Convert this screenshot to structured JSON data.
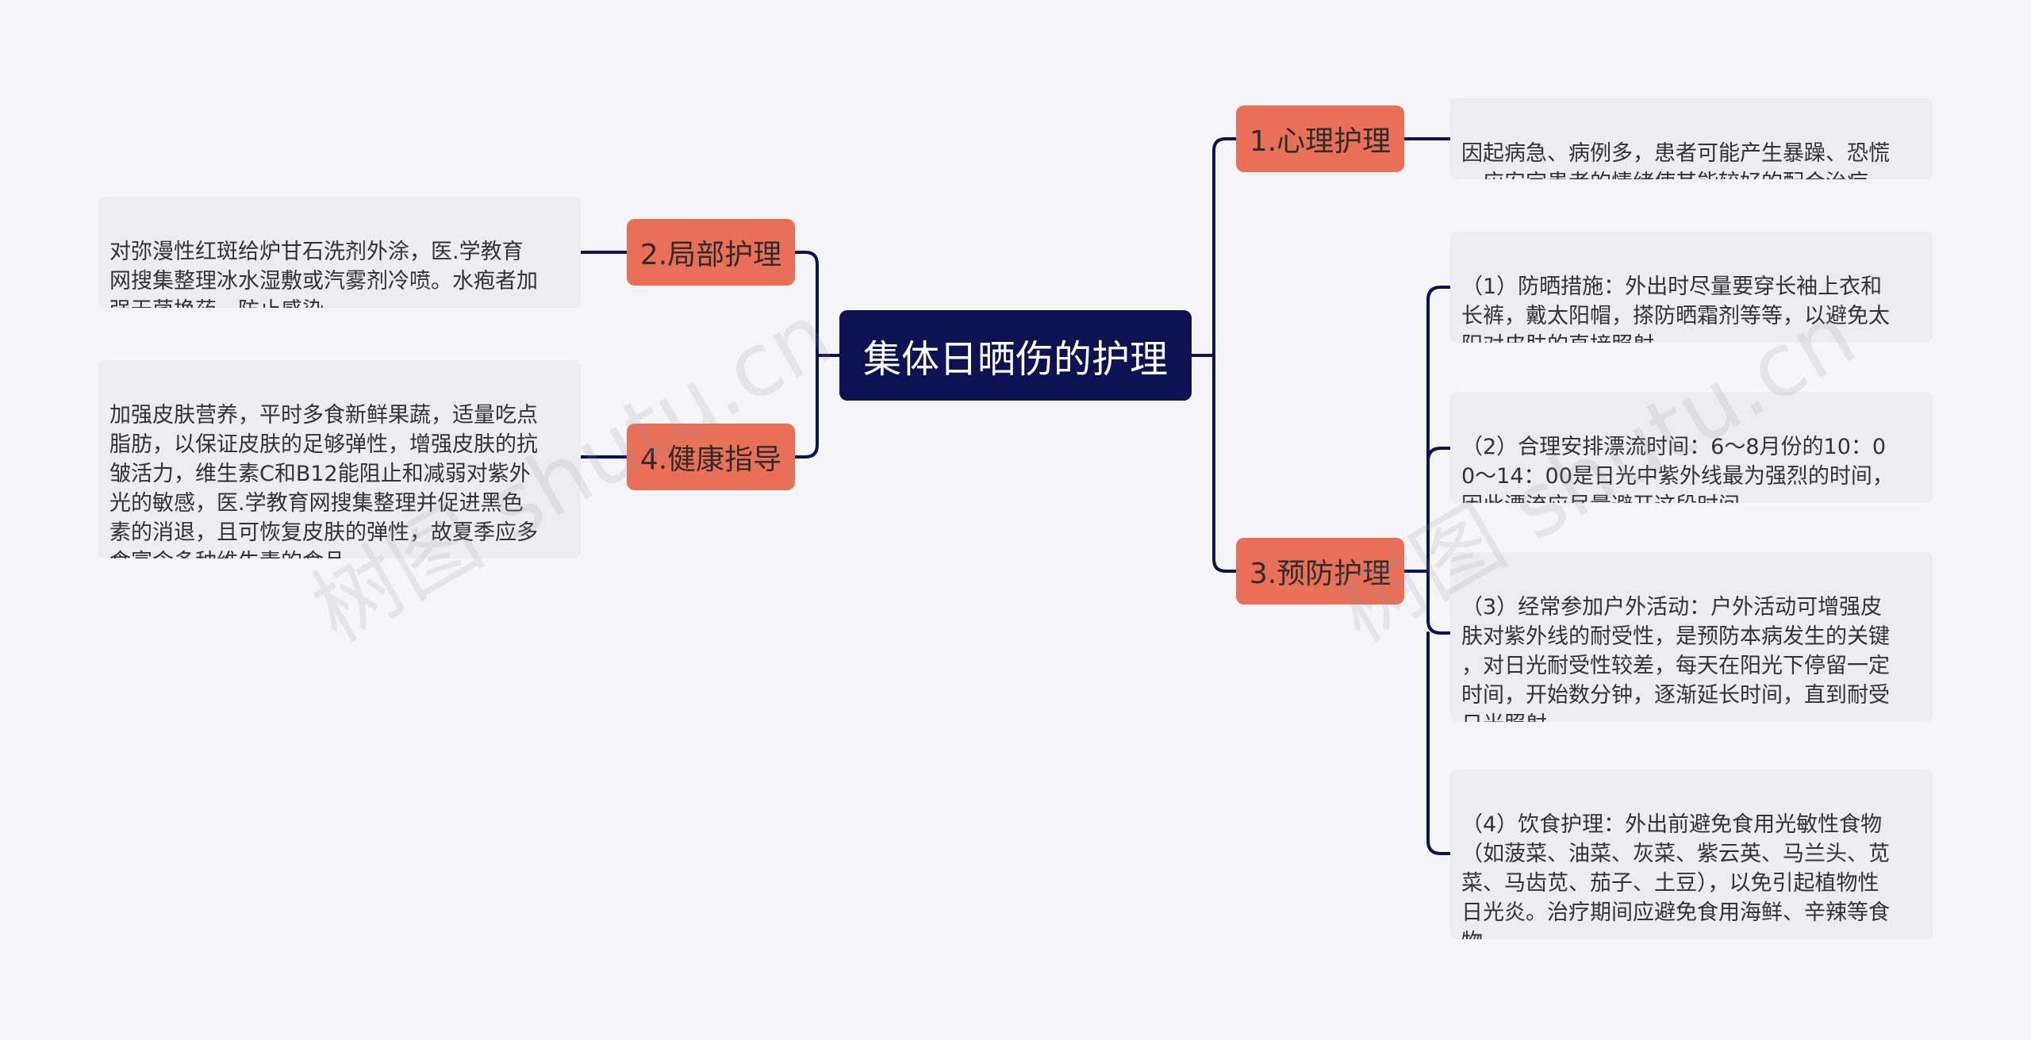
{
  "root": {
    "label": "集体日晒伤的护理"
  },
  "branches": {
    "b1": {
      "label": "1.心理护理"
    },
    "b2": {
      "label": "2.局部护理"
    },
    "b3": {
      "label": "3.预防护理"
    },
    "b4": {
      "label": "4.健康指导"
    }
  },
  "leaves": {
    "l1": {
      "text": "因起病急、病例多，患者可能产生暴躁、恐慌\n，应安定患者的情绪使其能较好的配合治疗。"
    },
    "l2": {
      "text": "对弥漫性红斑给炉甘石洗剂外涂，医.学教育\n网搜集整理冰水湿敷或汽雾剂冷喷。水疱者加\n强无菌换药，防止感染。"
    },
    "l3": {
      "text": "（1）防晒措施：外出时尽量要穿长袖上衣和\n长裤，戴太阳帽，搽防晒霜剂等等，以避免太\n阳对皮肤的直接照射。"
    },
    "l4": {
      "text": "（2）合理安排漂流时间：6～8月份的10：0\n0～14：00是日光中紫外线最为强烈的时间，\n因此漂流应尽量避开这段时间。"
    },
    "l5": {
      "text": "（3）经常参加户外活动：户外活动可增强皮\n肤对紫外线的耐受性，是预防本病发生的关键\n，对日光耐受性较差，每天在阳光下停留一定\n时间，开始数分钟，逐渐延长时间，直到耐受\n日光照射。"
    },
    "l6": {
      "text": "（4）饮食护理：外出前避免食用光敏性食物\n（如菠菜、油菜、灰菜、紫云英、马兰头、苋\n菜、马齿苋、茄子、土豆），以免引起植物性\n日光炎。治疗期间应避免食用海鲜、辛辣等食\n物。"
    },
    "l7": {
      "text": "加强皮肤营养，平时多食新鲜果蔬，适量吃点\n脂肪，以保证皮肤的足够弹性，增强皮肤的抗\n皱活力，维生素C和B12能阻止和减弱对紫外\n光的敏感，医.学教育网搜集整理并促进黑色\n素的消退，且可恢复皮肤的弹性，故夏季应多\n食富含多种维生素的食品。"
    }
  },
  "watermarks": [
    "树图 shutu.cn",
    "树图 shutu.cn"
  ],
  "colors": {
    "root_bg": "#0c1252",
    "branch_bg": "#e96f57",
    "leaf_bg": "#ededf0",
    "connector": "#0c1252",
    "background": "#f5f5f7"
  }
}
